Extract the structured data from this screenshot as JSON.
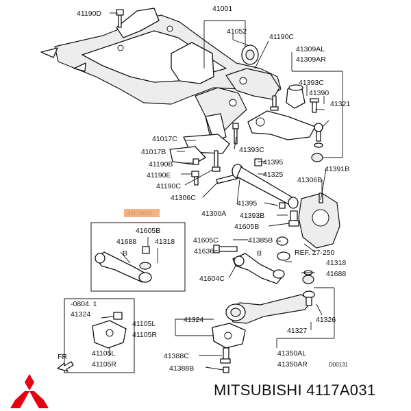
{
  "labels": {
    "p41190D": "41190D",
    "p41001": "41001",
    "p41052": "41052",
    "p41190C_top": "41190C",
    "p41309AL": "41309AL",
    "p41309AR": "41309AR",
    "p41393C_top": "41393C",
    "p41390": "41390",
    "p41321": "41321",
    "p41017C": "41017C",
    "p41017B": "41017B",
    "p41190B": "41190B",
    "p41190E": "41190E",
    "p41190C_mid": "41190C",
    "p41306C": "41306C",
    "p41393C_mid": "41393C",
    "p41395_a": "41395",
    "p41325": "41325",
    "p41391B": "41391B",
    "p41306B": "41306B",
    "p41300A": "41300A",
    "p41395_b": "41395",
    "p41393B": "41393B",
    "p41605B_right": "41605B",
    "p41605B_box": "41605B",
    "p41688_box": "41688",
    "p41318_box": "41318",
    "p41605C": "41605C",
    "p41385B": "41385B",
    "p41636": "41636",
    "ref": "REF. 27-250",
    "p41318_right": "41318",
    "p41604C": "41604C",
    "p41688_right": "41688",
    "serial": "-0804. 1",
    "p41324_left": "41324",
    "p41105L_mid": "41105L",
    "p41105R_mid": "41105R",
    "p41105L_low": "41105L",
    "p41105R_low": "41105R",
    "p41324_mid": "41324",
    "p41326": "41326",
    "p41327": "41327",
    "p41350AL": "41350AL",
    "p41350AR": "41350AR",
    "p41388C": "41388C",
    "p41388B": "41388B",
    "fr": "FR",
    "code": "D00131",
    "highlight": "4117A031",
    "letter_b1": "B",
    "letter_b2": "B"
  },
  "footer": {
    "brand_text": "MITSUBISHI 4117A031"
  },
  "colors": {
    "highlight": "#f4b183",
    "logo_red": "#e60012",
    "ink": "#111111"
  }
}
